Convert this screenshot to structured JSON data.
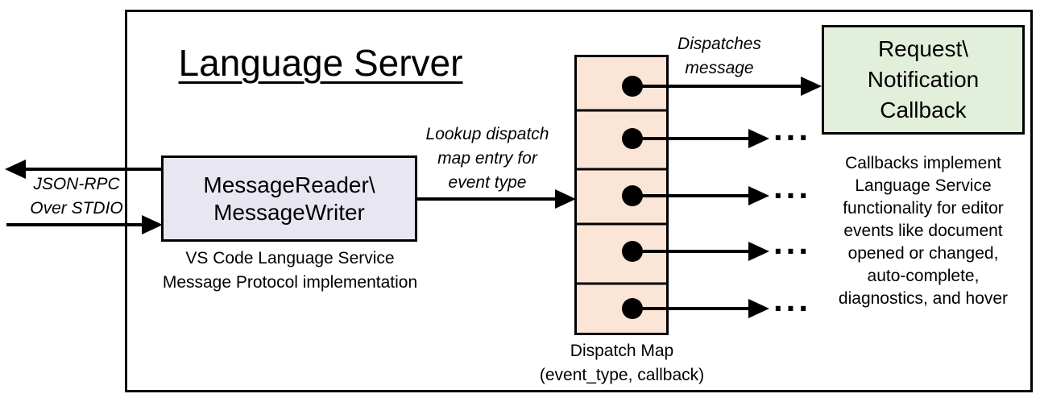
{
  "title": "Language Server",
  "io_label": "JSON-RPC\nOver STDIO",
  "reader_box_label": "MessageReader\\\nMessageWriter",
  "reader_box_caption": "VS Code Language Service\nMessage Protocol implementation",
  "lookup_arrow_label": "Lookup dispatch\nmap entry for\nevent type",
  "dispatch_arrow_label": "Dispatches\nmessage",
  "dispatch_map_caption": "Dispatch Map\n(event_type, callback)",
  "callback_box_label": "Request\\\nNotification\nCallback",
  "callback_note": "Callbacks implement\nLanguage Service\nfunctionality for editor\nevents like document\nopened or changed,\nauto-complete,\ndiagnostics, and hover",
  "ellipsis": "...",
  "dispatch_map": {
    "entry_count": 5,
    "entries": [
      "callback-arrow-to-request-notification",
      "ellipsis",
      "ellipsis",
      "ellipsis",
      "ellipsis"
    ]
  },
  "colors": {
    "reader_box_fill": "#e8e7f1",
    "dispatch_map_fill": "#fbe5d6",
    "callback_box_fill": "#e2efda",
    "line_color": "#000000",
    "background": "#ffffff"
  }
}
